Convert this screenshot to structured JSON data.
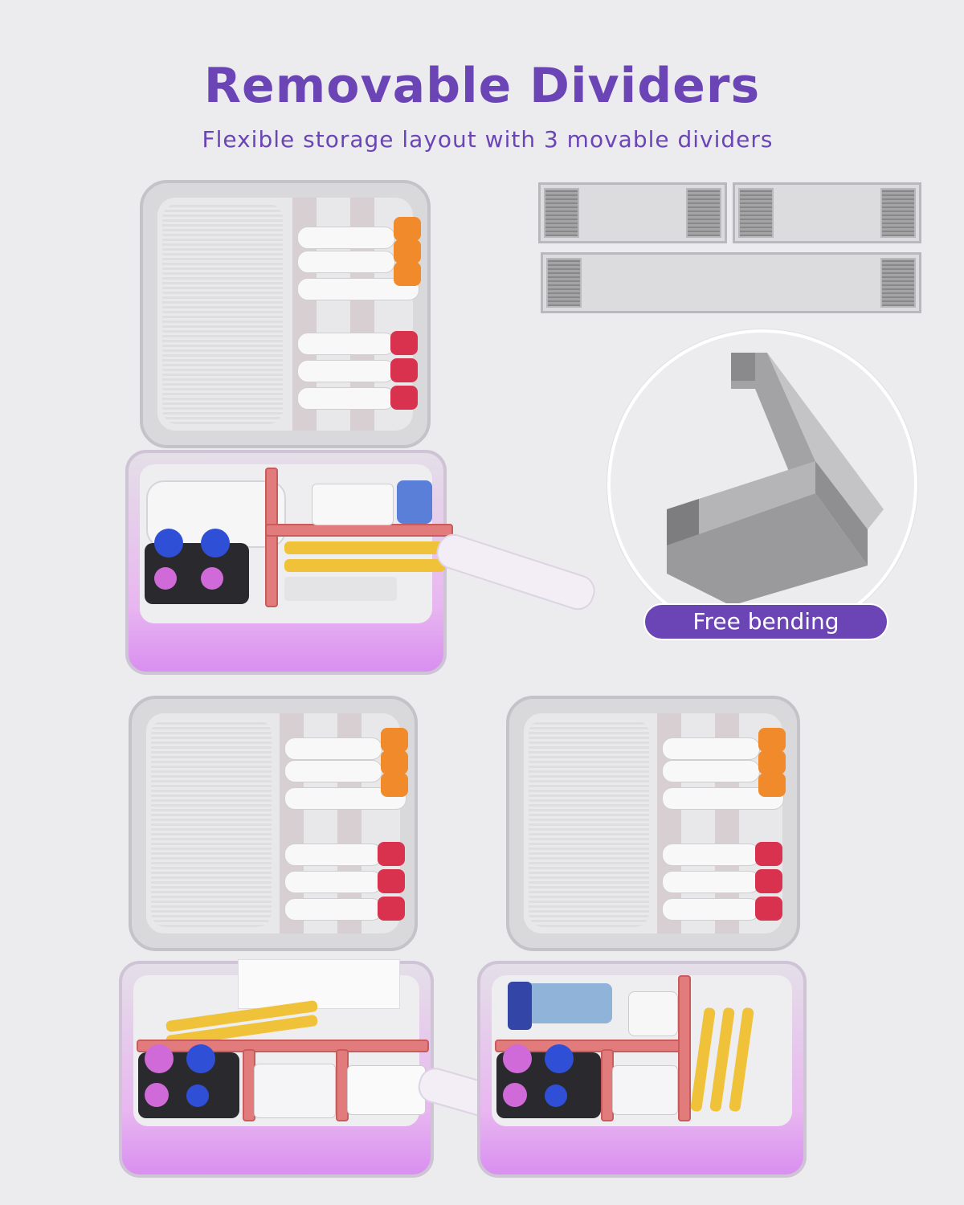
{
  "heading": {
    "title": "Removable Dividers",
    "subtitle": "Flexible storage layout with 3 movable dividers"
  },
  "badge": {
    "label": "Free bending"
  },
  "colors": {
    "accent": "#6b45b5",
    "background": "#ececef",
    "case_pink": "#e2a4f0",
    "divider_gray": "#dcdcde"
  }
}
